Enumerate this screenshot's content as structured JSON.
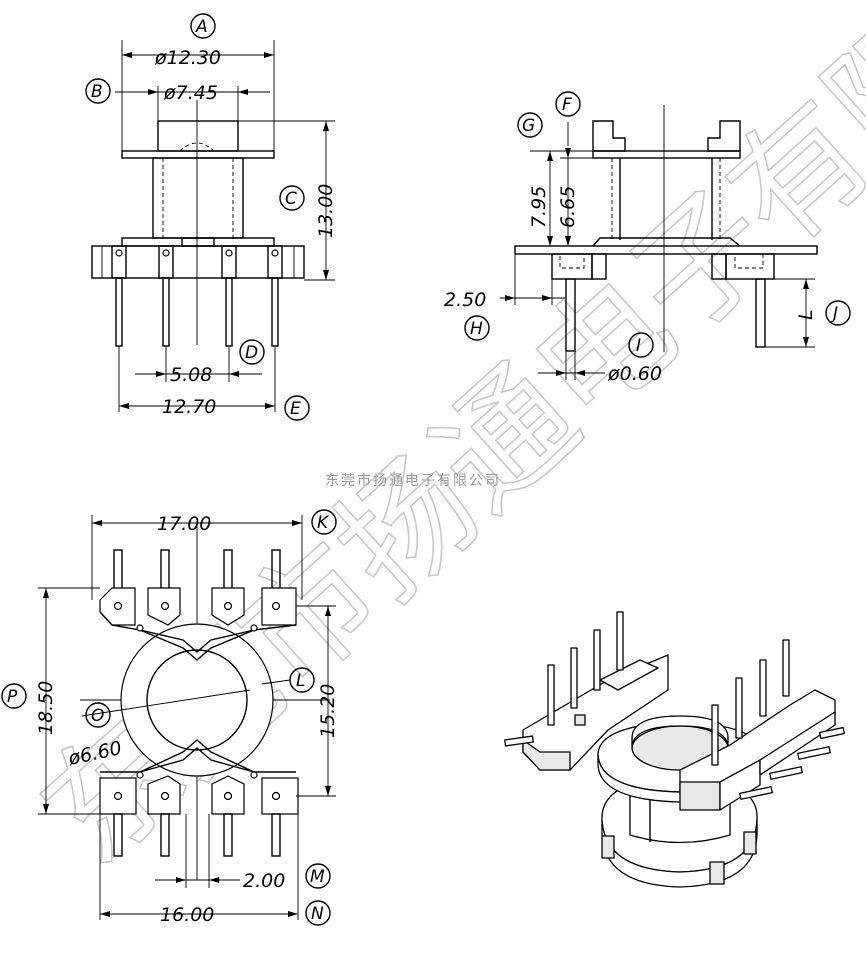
{
  "watermark": {
    "text": "东莞市扬通电子有限公司",
    "small_text": "东莞市扬通电子有限公司"
  },
  "top_left_view": {
    "dims": {
      "top_flange": "ø12.30",
      "core_bore": "ø7.45",
      "height": "13.00",
      "pin_pitch": "5.08",
      "pin_span": "12.70"
    },
    "callouts": {
      "a": "A",
      "b": "B",
      "c": "C",
      "d": "D",
      "e": "E"
    }
  },
  "top_right_view": {
    "dims": {
      "total_height": "7.95",
      "flange_height": "6.65",
      "base_offset": "2.50",
      "pin_diameter": "ø0.60",
      "pin_length": "L"
    },
    "callouts": {
      "f": "F",
      "g": "G",
      "h": "H",
      "i": "I",
      "j": "J"
    }
  },
  "bottom_left_view": {
    "dims": {
      "width_top": "17.00",
      "overall_length": "18.50",
      "row_spacing": "15.20",
      "center_hole": "ø6.60",
      "pin_offset": "2.00",
      "width_bottom": "16.00"
    },
    "callouts": {
      "k": "K",
      "l": "L",
      "m": "M",
      "n": "N",
      "o": "O",
      "p": "P"
    }
  },
  "iso_view": {
    "pins_top_row": 4,
    "pins_bottom_row": 4
  }
}
